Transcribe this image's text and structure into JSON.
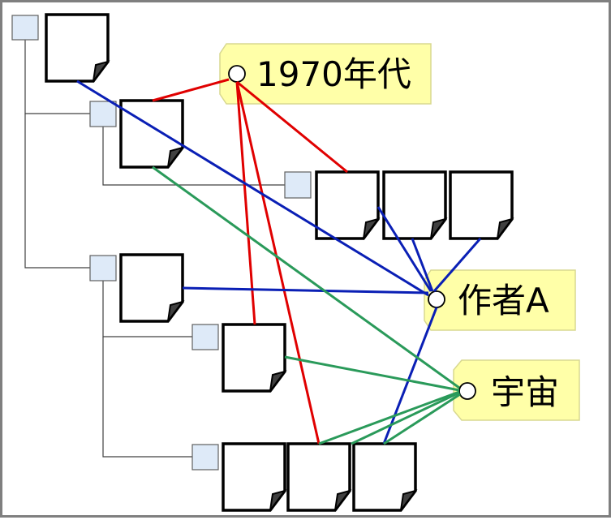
{
  "tags": {
    "era": "1970年代",
    "author": "作者A",
    "topic": "宇宙"
  },
  "colors": {
    "era_link": "#e00000",
    "author_link": "#0a1fb5",
    "topic_link": "#2a9a5a",
    "tag_fill": "#ffffa8",
    "folder_fill": "#deeaf8",
    "tree_line": "#404040"
  },
  "icons": {
    "document": "document-icon",
    "folder": "folder-icon",
    "tag": "tag-icon"
  }
}
